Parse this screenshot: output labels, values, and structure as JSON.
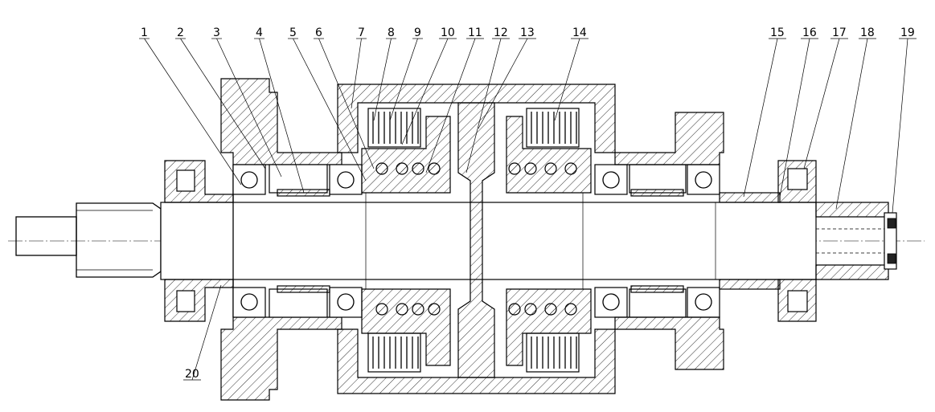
{
  "part_labels": [
    {
      "id": "1",
      "text": "1"
    },
    {
      "id": "2",
      "text": "2"
    },
    {
      "id": "3",
      "text": "3"
    },
    {
      "id": "4",
      "text": "4"
    },
    {
      "id": "5",
      "text": "5"
    },
    {
      "id": "6",
      "text": "6"
    },
    {
      "id": "7",
      "text": "7"
    },
    {
      "id": "8",
      "text": "8"
    },
    {
      "id": "9",
      "text": "9"
    },
    {
      "id": "10",
      "text": "10"
    },
    {
      "id": "11",
      "text": "11"
    },
    {
      "id": "12",
      "text": "12"
    },
    {
      "id": "13",
      "text": "13"
    },
    {
      "id": "14",
      "text": "14"
    },
    {
      "id": "15",
      "text": "15"
    },
    {
      "id": "16",
      "text": "16"
    },
    {
      "id": "17",
      "text": "17"
    },
    {
      "id": "18",
      "text": "18"
    },
    {
      "id": "19",
      "text": "19"
    },
    {
      "id": "20",
      "text": "20"
    }
  ]
}
